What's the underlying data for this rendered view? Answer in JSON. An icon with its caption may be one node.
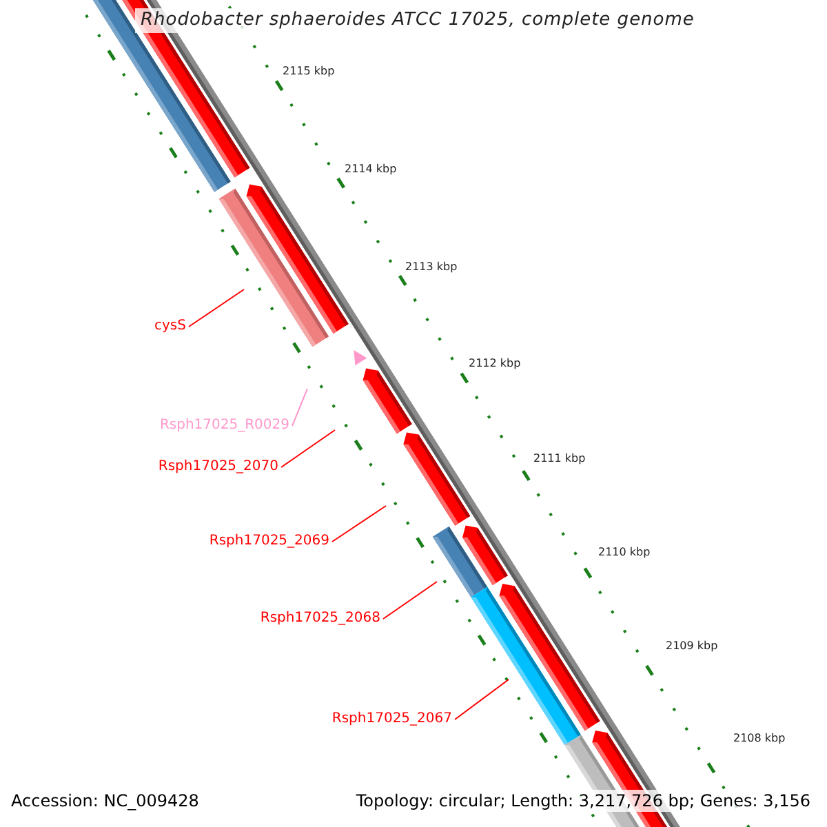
{
  "diagram": {
    "title": "Rhodobacter sphaeroides ATCC 17025, complete genome",
    "nodes": [
      {
        "text": [
          "cysS"
        ]
      },
      {
        "text": [
          "Rsph17025_R0029"
        ]
      },
      {
        "text": [
          "Rsph17025_2070"
        ]
      },
      {
        "text": [
          "Rsph17025_2069"
        ]
      },
      {
        "text": [
          "Rsph17025_2068"
        ]
      },
      {
        "text": [
          "Rsph17025_2067"
        ]
      }
    ],
    "edges": [
      {
        "from": 0,
        "to": null,
        "arrow": "none"
      },
      {
        "from": 1,
        "to": null,
        "arrow": "none",
        "color": "#ff99cc"
      },
      {
        "from": 2,
        "to": null,
        "arrow": "none"
      },
      {
        "from": 3,
        "to": null,
        "arrow": "none"
      },
      {
        "from": 4,
        "to": null,
        "arrow": "none"
      },
      {
        "from": 5,
        "to": null,
        "arrow": "none"
      }
    ],
    "labels": [
      "2115 kbp",
      "2114 kbp",
      "2113 kbp",
      "2112 kbp",
      "2111 kbp",
      "2110 kbp",
      "2109 kbp",
      "2108 kbp",
      "Accession: NC_009428",
      "Topology: circular; Length: 3,217,726 bp; Genes: 3,156"
    ]
  }
}
